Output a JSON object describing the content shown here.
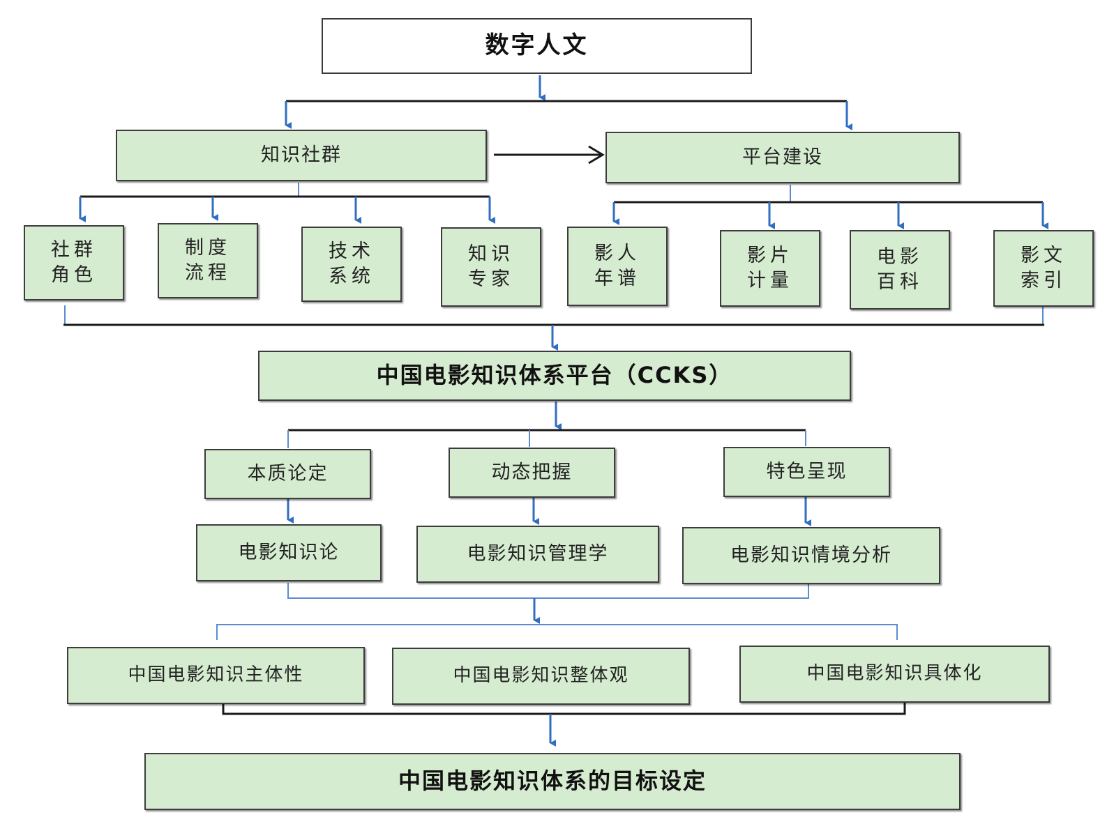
{
  "title": "数字人文",
  "level1": {
    "left": "知识社群",
    "right": "平台建设"
  },
  "community_items": [
    "社群角色",
    "制度流程",
    "技术系统",
    "知识专家"
  ],
  "platform_items": [
    "影人年谱",
    "影片计量",
    "电影百科",
    "影文索引"
  ],
  "ccks": "中国电影知识体系平台（CCKS）",
  "approaches": [
    "本质论定",
    "动态把握",
    "特色呈现"
  ],
  "studies": [
    "电影知识论",
    "电影知识管理学",
    "电影知识情境分析"
  ],
  "properties": [
    "中国电影知识主体性",
    "中国电影知识整体观",
    "中国电影知识具体化"
  ],
  "goal": "中国电影知识体系的目标设定",
  "colors": {
    "box_fill": "#d6ecd0",
    "box_border": "#3c3c3c",
    "arrow_blue": "#2f6ec0",
    "connector_dark": "#1a1a1a",
    "connector_blue": "#5b8bd0"
  }
}
